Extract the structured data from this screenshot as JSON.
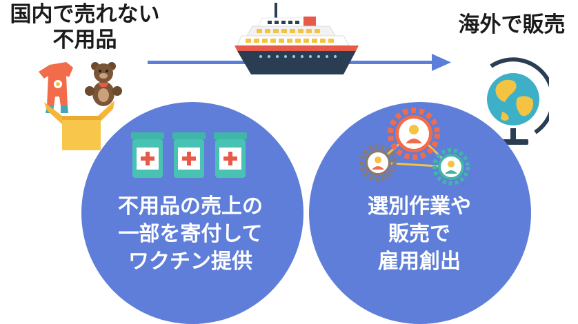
{
  "left_heading": {
    "line1": "国内で売れない",
    "line2": "不用品"
  },
  "right_heading": "海外で販売",
  "left_circle": {
    "line1": "不用品の売上の",
    "line2": "一部を寄付して",
    "line3": "ワクチン提供"
  },
  "right_circle": {
    "line1": "選別作業や",
    "line2": "販売で",
    "line3": "雇用創出"
  },
  "icons": {
    "left_illustration": "box-with-clothes-and-teddy-bear-icon",
    "center_illustration": "cruise-ship-icon",
    "right_illustration": "globe-icon",
    "left_circle_icon": "medicine-bottles-icon",
    "right_circle_icon": "people-gears-icon"
  },
  "colors": {
    "circle": "#5f7ed9",
    "arrow": "#5b7fd8",
    "text_dark": "#1a1a1a",
    "text_light": "#ffffff"
  }
}
